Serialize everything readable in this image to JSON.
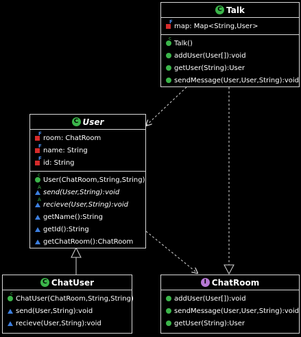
{
  "classes": {
    "talk": {
      "stereotype": "C",
      "name": "Talk",
      "fields": [
        {
          "text": "map: Map<String,User>",
          "icon": "field",
          "modifier": "final"
        }
      ],
      "methods": [
        {
          "text": "Talk()",
          "icon": "ctor",
          "modifier": ""
        },
        {
          "text": "addUser(User[]):void",
          "icon": "method",
          "modifier": ""
        },
        {
          "text": "getUser(String):User",
          "icon": "method",
          "modifier": ""
        },
        {
          "text": "sendMessage(User,User,String):void",
          "icon": "method",
          "modifier": ""
        }
      ]
    },
    "user": {
      "stereotype": "C",
      "name": "User",
      "fields": [
        {
          "text": "room: ChatRoom",
          "icon": "field",
          "modifier": "final"
        },
        {
          "text": "name: String",
          "icon": "field",
          "modifier": "final"
        },
        {
          "text": "id: String",
          "icon": "field",
          "modifier": "final"
        }
      ],
      "methods": [
        {
          "text": "User(ChatRoom,String,String)",
          "icon": "ctor",
          "modifier": ""
        },
        {
          "text": "send(User,String):void",
          "icon": "protected",
          "modifier": "abstract"
        },
        {
          "text": "recieve(User,String):void",
          "icon": "protected",
          "modifier": "abstract"
        },
        {
          "text": "getName():String",
          "icon": "protected",
          "modifier": ""
        },
        {
          "text": "getId():String",
          "icon": "protected",
          "modifier": ""
        },
        {
          "text": "getChatRoom():ChatRoom",
          "icon": "protected",
          "modifier": ""
        }
      ]
    },
    "chatuser": {
      "stereotype": "C",
      "name": "ChatUser",
      "methods": [
        {
          "text": "ChatUser(ChatRoom,String,String)",
          "icon": "ctor",
          "modifier": ""
        },
        {
          "text": "send(User,String):void",
          "icon": "protected",
          "modifier": ""
        },
        {
          "text": "recieve(User,String):void",
          "icon": "protected",
          "modifier": ""
        }
      ]
    },
    "chatroom": {
      "stereotype": "I",
      "name": "ChatRoom",
      "methods": [
        {
          "text": "addUser(User[]):void",
          "icon": "method",
          "modifier": ""
        },
        {
          "text": "sendMessage(User,User,String):void",
          "icon": "method",
          "modifier": ""
        },
        {
          "text": "getUser(String):User",
          "icon": "method",
          "modifier": ""
        }
      ]
    }
  },
  "colors": {
    "background": "#000000",
    "border": "#d8d8d8",
    "class_badge": "#3bb54a",
    "interface_badge": "#b678d4",
    "field_icon": "#d62b2b",
    "method_icon": "#3bb54a",
    "protected_icon": "#3c7fe0",
    "edge": "#d8d8d8"
  }
}
